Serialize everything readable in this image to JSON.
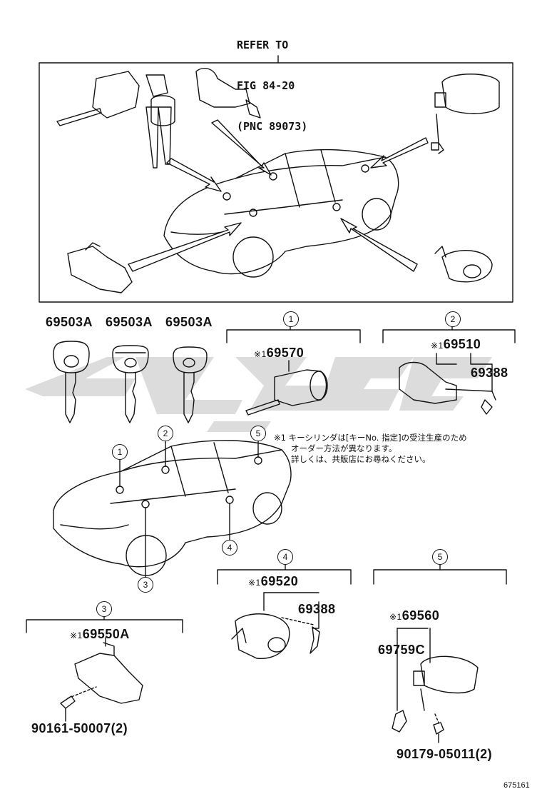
{
  "refer_note": {
    "line1": "REFER TO",
    "line2": "FIG 84-20",
    "line3": "(PNC 89073)"
  },
  "keys": {
    "key1": "69503A",
    "key2": "69503A",
    "key3": "69503A"
  },
  "callouts": {
    "c1": "1",
    "c2": "2",
    "c3": "3",
    "c4": "4",
    "c5": "5"
  },
  "mark": "※1",
  "groups": {
    "g1": {
      "part": "69570"
    },
    "g2": {
      "part": "69510",
      "sub": "69388"
    },
    "g3": {
      "part": "69550A",
      "bolt": "90161-50007(2)"
    },
    "g4": {
      "part": "69520",
      "sub": "69388"
    },
    "g5": {
      "part": "69560",
      "sub": "69759C",
      "nut": "90179-05011(2)"
    }
  },
  "footnote": {
    "line1": "※1 キーシリンダは[キーNo. 指定]の受注生産のため",
    "line2": "オーダー方法が異なります。",
    "line3": "詳しくは、共販店にお尋ねください。"
  },
  "watermark": "675161",
  "colors": {
    "line": "#111111",
    "background_logo": "#d9d9d9"
  }
}
